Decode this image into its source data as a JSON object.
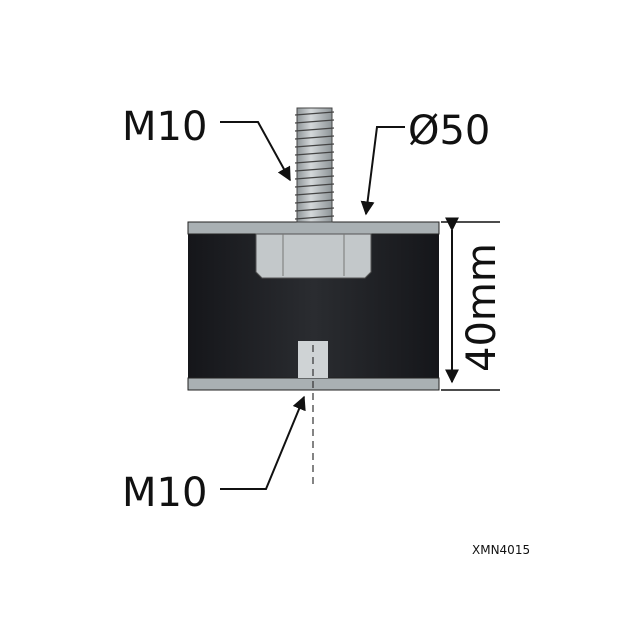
{
  "labels": {
    "top_thread": "M10",
    "diameter": "Ø50",
    "height": "40mm",
    "bottom_thread": "M10",
    "part_number": "XMN4015"
  },
  "colors": {
    "rubber": "#1c1d20",
    "metal": "#a9b0b3",
    "outline": "#222222"
  }
}
